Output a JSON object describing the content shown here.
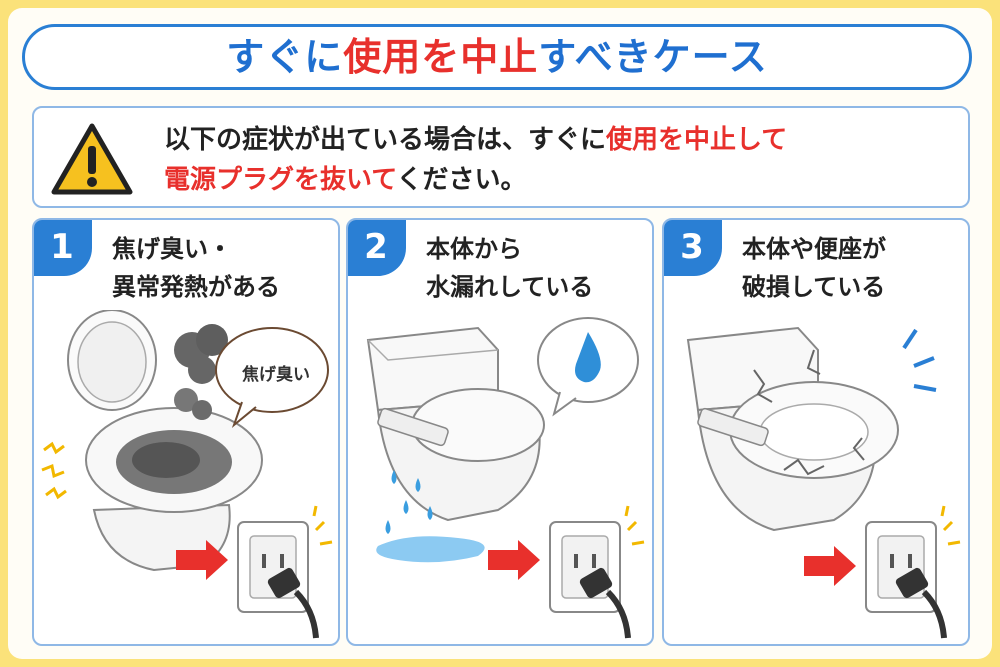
{
  "title": {
    "part1": "すぐに",
    "part2": "使用を中止",
    "part3": "すべきケース"
  },
  "warning": {
    "icon": "warning-triangle-icon",
    "line1_normal": "以下の症状が出ている場合は、すぐに",
    "line1_red": "使用を中止して",
    "line2_red": "電源プラグを抜いて",
    "line2_normal": "ください。"
  },
  "cases": [
    {
      "number": "1",
      "line1": "焦げ臭い・",
      "line2": "異常発熱がある",
      "bubble": "焦げ臭い"
    },
    {
      "number": "2",
      "line1": "本体から",
      "line2": "水漏れしている"
    },
    {
      "number": "3",
      "line1": "本体や便座が",
      "line2": "破損している"
    }
  ],
  "colors": {
    "border_yellow": "#fbe27a",
    "accent_blue": "#2a7fd4",
    "alert_red": "#e8302c"
  }
}
